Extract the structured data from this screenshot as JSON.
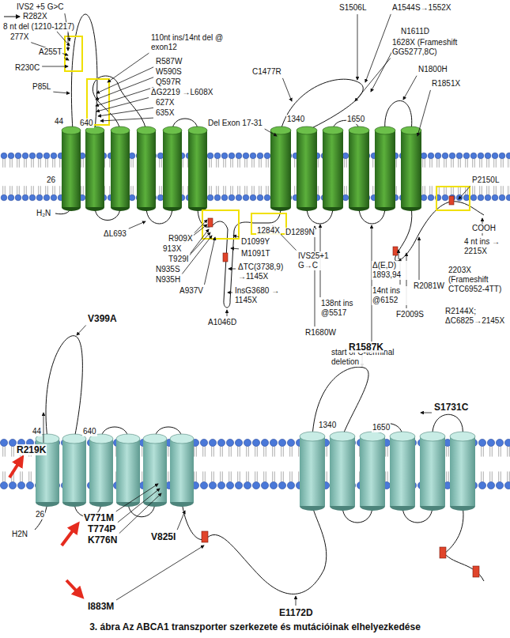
{
  "diagram": {
    "caption": "3. ábra Az ABCA1 transzporter szerkezete és mutációinak elhelyezkedése",
    "labels": [
      "IVS2 +5 G>C",
      "R282X",
      "8 nt del (1210-1217)",
      "277X",
      "A255T",
      "R230C",
      "P85L",
      "44",
      "640",
      "26",
      "H₂N",
      "110nt ins/14nt del @ exon12",
      "R587W",
      "W590S",
      "Q597R",
      "ΔG2219 →L608X",
      "627X",
      "635X",
      "Del Exon 17-31",
      "ΔL693",
      "C1477R",
      "S1506L",
      "A1544S→1552X",
      "N1611D",
      "1628X (Frameshift GG5277,8C)",
      "N1800H",
      "R1851X",
      "1340",
      "1650",
      "R909X",
      "913X",
      "T929I",
      "N935S",
      "N935H",
      "A937V",
      "D1099Y",
      "M1091T",
      "1284X",
      "D1289N",
      "ΔTC(3738,9) →1145X",
      "IVS25+1 G→C",
      "InsG3680 → 1145X",
      "A1046D",
      "138nt ins @5517",
      "R1680W",
      "start of C-terminal deletion",
      "Δ(E,D) 1893,94",
      "14nt ins @6152",
      "F2009S",
      "R2081W",
      "P2150L",
      "COOH",
      "4 nt ins → 2215X",
      "2203X (Frameshift CTC6952-4TT)",
      "R2144X; ΔC6825→2145X",
      "V399A",
      "R219K",
      "44",
      "640",
      "26",
      "H2N",
      "V771M",
      "T774P",
      "K776N",
      "V825I",
      "I883M",
      "E1172D",
      "R1587K",
      "S1731C",
      "1340",
      "1650"
    ]
  }
}
